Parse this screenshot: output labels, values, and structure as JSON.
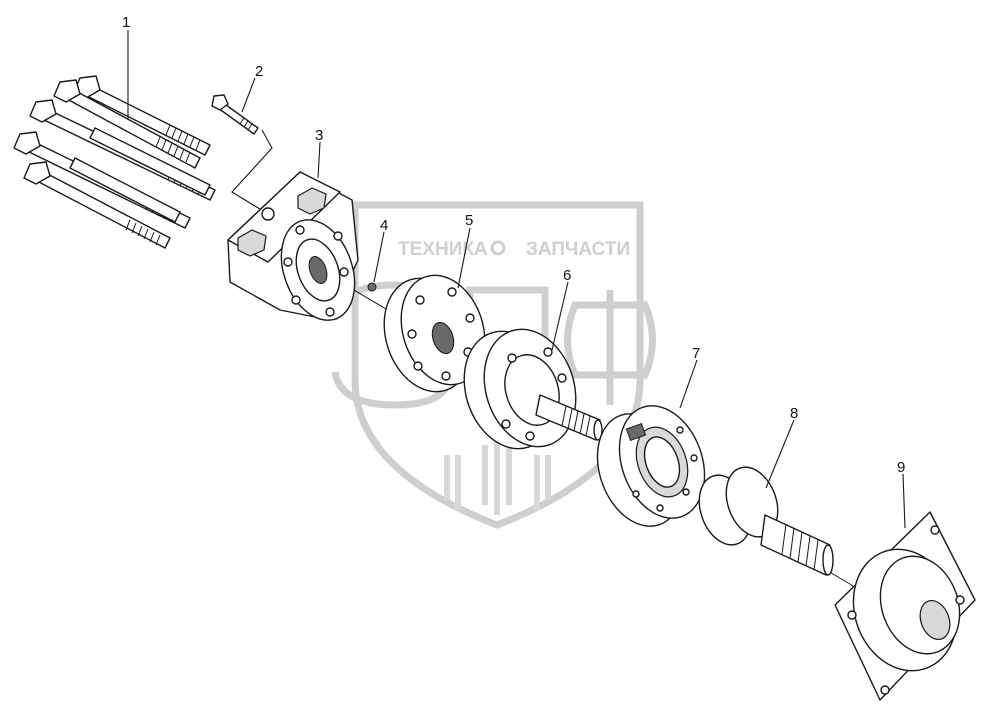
{
  "diagram": {
    "callouts": [
      {
        "id": "1",
        "label": "1"
      },
      {
        "id": "2",
        "label": "2"
      },
      {
        "id": "3",
        "label": "3"
      },
      {
        "id": "4",
        "label": "4"
      },
      {
        "id": "5",
        "label": "5"
      },
      {
        "id": "6",
        "label": "6"
      },
      {
        "id": "7",
        "label": "7"
      },
      {
        "id": "8",
        "label": "8"
      },
      {
        "id": "9",
        "label": "9"
      }
    ]
  },
  "watermark": {
    "left_text": "ТЕХНИКА",
    "right_text": "ЗАПЧАСТИ",
    "logo_letters": "ЗПФ",
    "color": "#cfcfcf"
  }
}
